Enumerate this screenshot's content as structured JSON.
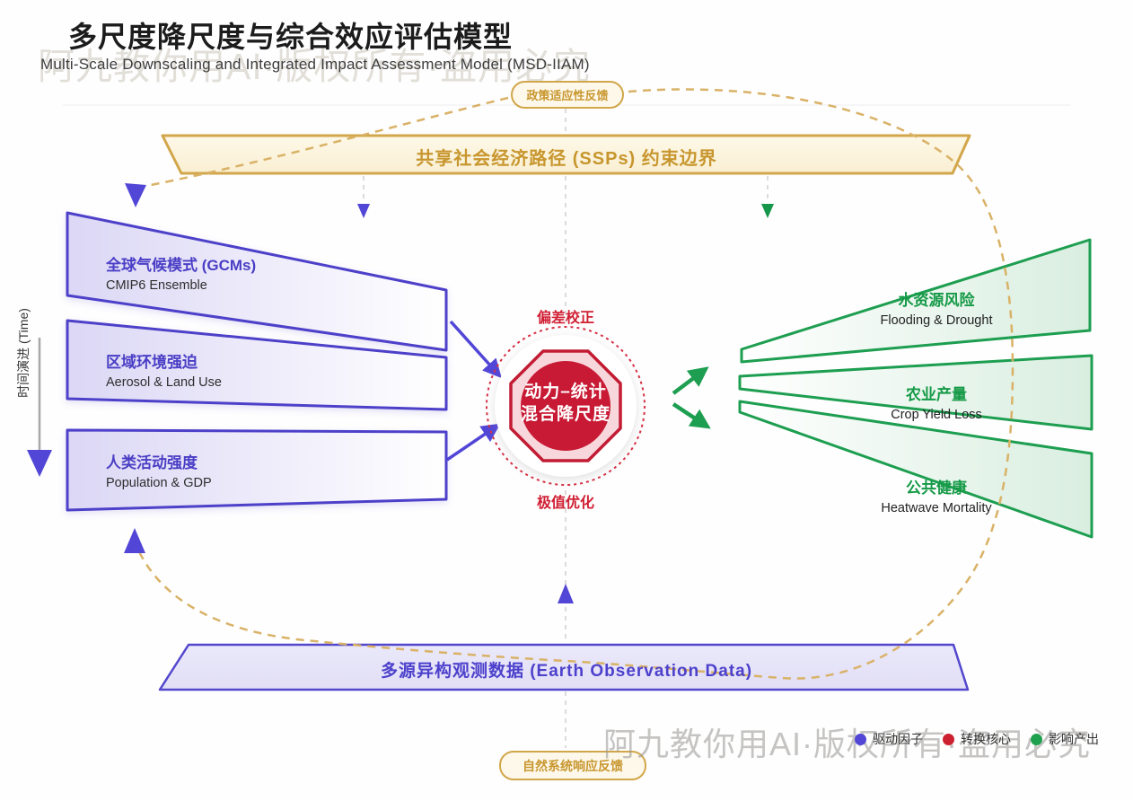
{
  "page": {
    "title": "多尺度降尺度与综合效应评估模型",
    "subtitle": "Multi-Scale Downscaling and Integrated Impact Assessment Model (MSD-IIAM)"
  },
  "watermarks": {
    "top": "阿九教你用AI·版权所有·盗用必究",
    "bottom": "阿九教你用AI·版权所有·盗用必究"
  },
  "badges": {
    "top": "政策适应性反馈",
    "bottom": "自然系统响应反馈"
  },
  "bands": {
    "ssp": "共享社会经济路径 (SSPs) 约束边界",
    "observation": "多源异构观测数据 (Earth Observation Data)"
  },
  "time_axis": {
    "label": "时间演进 (Time)"
  },
  "drivers": [
    {
      "title": "全球气候模式 (GCMs)",
      "subtitle": "CMIP6 Ensemble"
    },
    {
      "title": "区域环境强迫",
      "subtitle": "Aerosol & Land Use"
    },
    {
      "title": "人类活动强度",
      "subtitle": "Population & GDP"
    }
  ],
  "core": {
    "line1": "动力–统计",
    "line2": "混合降尺度",
    "top_label": "偏差校正",
    "bottom_label": "极值优化"
  },
  "impacts": [
    {
      "title": "水资源风险",
      "subtitle": "Flooding & Drought"
    },
    {
      "title": "农业产量",
      "subtitle": "Crop Yield Loss"
    },
    {
      "title": "公共健康",
      "subtitle": "Heatwave Mortality"
    }
  ],
  "legend": {
    "items": [
      {
        "label": "驱动因子",
        "color": "#5246d7"
      },
      {
        "label": "转换核心",
        "color": "#cc2030"
      },
      {
        "label": "影响产出",
        "color": "#1fa04e"
      }
    ]
  },
  "colors": {
    "driver_stroke": "#4e41c9",
    "impact_stroke": "#1d9e50",
    "core_red": "#c21b33",
    "feedback_gold": "#d2a64a"
  }
}
